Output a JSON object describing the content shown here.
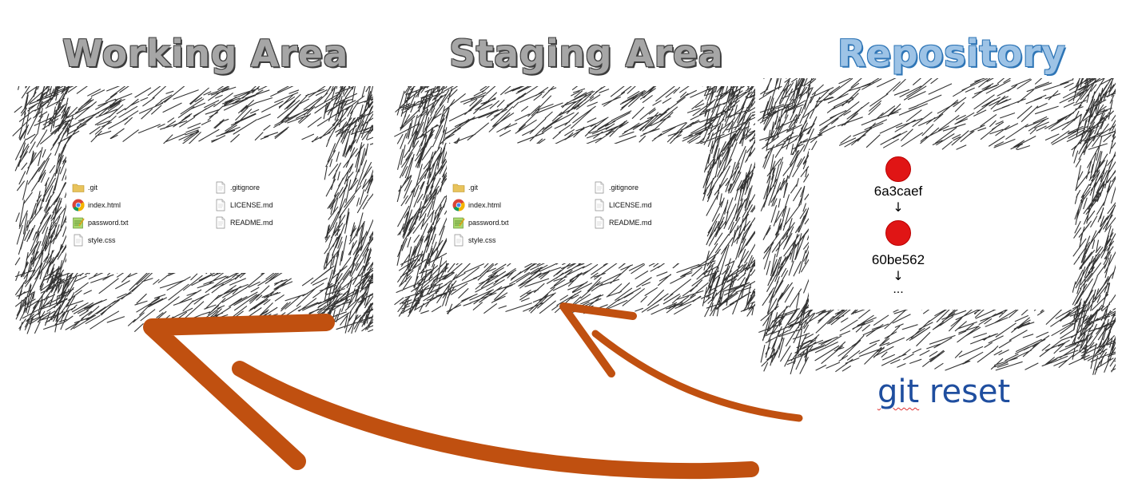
{
  "titles": {
    "working": "Working Area",
    "staging": "Staging Area",
    "repository": "Repository"
  },
  "files": {
    "left_column": [
      {
        "name": ".git",
        "icon": "folder-icon"
      },
      {
        "name": "index.html",
        "icon": "chrome-icon"
      },
      {
        "name": "password.txt",
        "icon": "notepad-icon"
      },
      {
        "name": "style.css",
        "icon": "document-icon"
      }
    ],
    "right_column": [
      {
        "name": ".gitignore",
        "icon": "document-icon"
      },
      {
        "name": "LICENSE.md",
        "icon": "document-icon"
      },
      {
        "name": "README.md",
        "icon": "document-icon"
      }
    ]
  },
  "repository": {
    "commits": [
      "6a3caef",
      "60be562"
    ],
    "ellipsis": "..."
  },
  "command": {
    "word1": "git",
    "word2": "reset"
  },
  "colors": {
    "arrow": "#c05010",
    "commit": "#e01515",
    "command_text": "#1f4e9f",
    "title_blue_fill": "#9dc3e6",
    "title_gray_fill": "#a6a6a6"
  }
}
